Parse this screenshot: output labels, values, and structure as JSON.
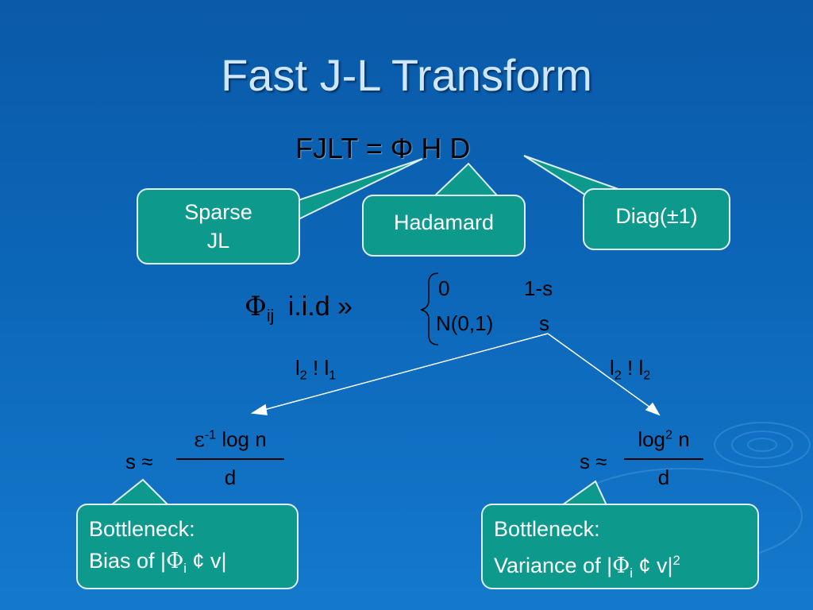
{
  "slide": {
    "title": "Fast J-L Transform",
    "formula": "FJLT = Φ H D",
    "callouts": {
      "sparse_line1": "Sparse",
      "sparse_line2": "JL",
      "hadamard": "Hadamard",
      "diag": "Diag(±1)"
    },
    "phi_symbol": "Φ",
    "phi_sub": "ij",
    "iid": "i.i.d »",
    "cases": {
      "r1c1": "0",
      "r1c2": "1-s",
      "r2c1": "N(0,1)",
      "r2c2": "s"
    },
    "left_branch": {
      "l": "l",
      "sub1": "2",
      "bang": "!",
      "sub2": "1",
      "s_approx": "s ≈",
      "num_eps": "ε",
      "num_sup": "-1",
      "num_rest": " log n",
      "den": "d"
    },
    "right_branch": {
      "l": "l",
      "sub1": "2",
      "bang": "!",
      "sub2": "2",
      "s_approx": "s ≈",
      "num_log": "log",
      "num_sup": "2",
      "num_rest": " n",
      "den": "d"
    },
    "bottleneck_left": {
      "line1": "Bottleneck:",
      "line2_pre": "Bias of |",
      "phi": "Φ",
      "sub": "i",
      "line2_post": " ¢ v|"
    },
    "bottleneck_right": {
      "line1": "Bottleneck:",
      "line2_pre": "Variance of |",
      "phi": "Φ",
      "sub": "i",
      "line2_post": " ¢ v|",
      "sup": "2"
    },
    "colors": {
      "background": "#0c66b8",
      "callout_fill": "#0d9a8c",
      "title": "#cfe6ff"
    }
  }
}
